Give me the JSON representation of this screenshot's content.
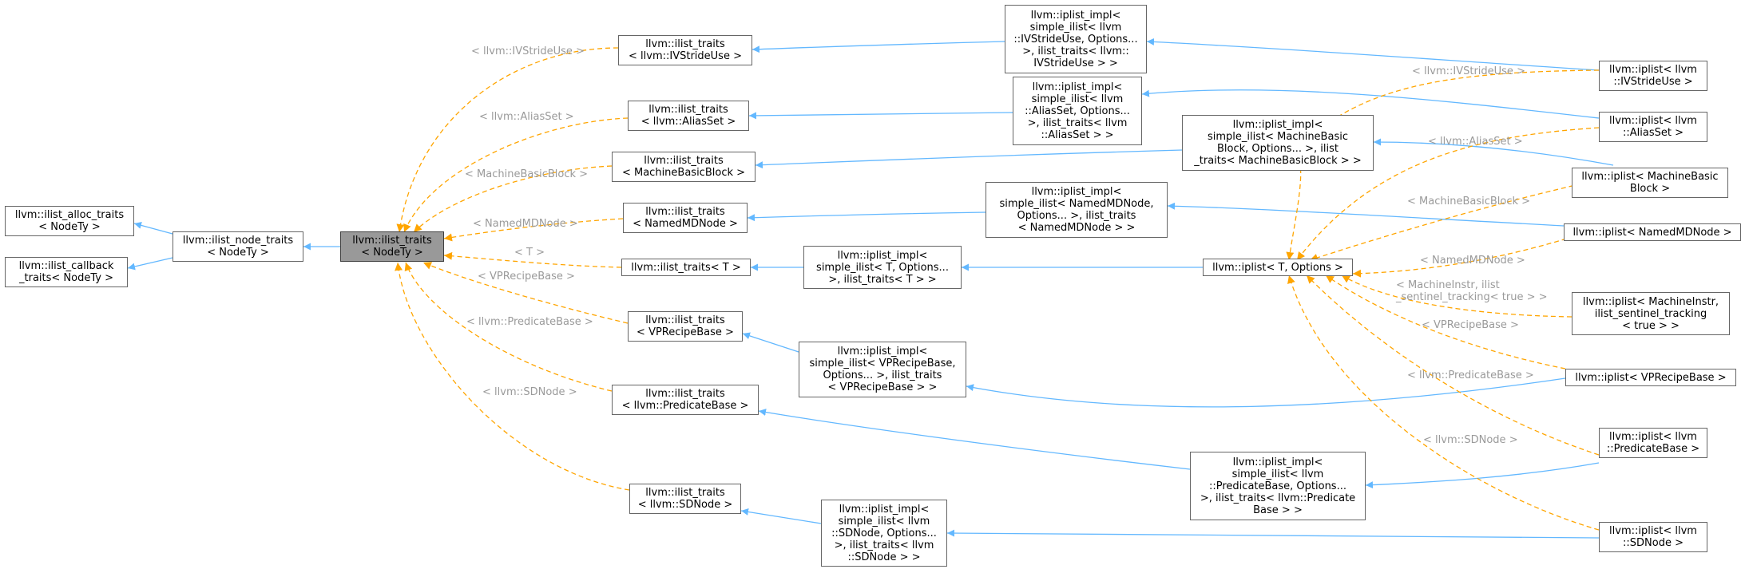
{
  "nodes": {
    "alloc": [
      "llvm::ilist_alloc_traits",
      "< NodeTy >"
    ],
    "callback": [
      "llvm::ilist_callback",
      "_traits< NodeTy >"
    ],
    "nodetraits": [
      "llvm::ilist_node_traits",
      "< NodeTy >"
    ],
    "ilisttraits": [
      "llvm::ilist_traits",
      "< NodeTy >"
    ],
    "t_ivstride": [
      "llvm::ilist_traits",
      "< llvm::IVStrideUse >"
    ],
    "t_aliasset": [
      "llvm::ilist_traits",
      "< llvm::AliasSet >"
    ],
    "t_mbb": [
      "llvm::ilist_traits",
      "< MachineBasicBlock >"
    ],
    "t_nmd": [
      "llvm::ilist_traits",
      "< NamedMDNode >"
    ],
    "t_T": [
      "llvm::ilist_traits< T >"
    ],
    "t_vprecipe": [
      "llvm::ilist_traits",
      "< VPRecipeBase >"
    ],
    "t_predicate": [
      "llvm::ilist_traits",
      "< llvm::PredicateBase >"
    ],
    "t_sdnode": [
      "llvm::ilist_traits",
      "< llvm::SDNode >"
    ],
    "i_ivstride": [
      "llvm::iplist_impl<",
      "simple_ilist< llvm",
      "::IVStrideUse, Options...",
      ">, ilist_traits< llvm::",
      "IVStrideUse > >"
    ],
    "i_aliasset": [
      "llvm::iplist_impl<",
      "simple_ilist< llvm",
      "::AliasSet, Options...",
      ">, ilist_traits< llvm",
      "::AliasSet > >"
    ],
    "i_mbb": [
      "llvm::iplist_impl<",
      "simple_ilist< MachineBasic",
      "Block, Options... >, ilist",
      "_traits< MachineBasicBlock > >"
    ],
    "i_nmd": [
      "llvm::iplist_impl<",
      "simple_ilist< NamedMDNode,",
      "Options... >, ilist_traits",
      "< NamedMDNode > >"
    ],
    "i_T": [
      "llvm::iplist_impl<",
      "simple_ilist< T, Options...",
      ">, ilist_traits< T > >"
    ],
    "i_vprecipe": [
      "llvm::iplist_impl<",
      "simple_ilist< VPRecipeBase,",
      "Options... >, ilist_traits",
      "< VPRecipeBase > >"
    ],
    "i_predicate": [
      "llvm::iplist_impl<",
      "simple_ilist< llvm",
      "::PredicateBase, Options...",
      ">, ilist_traits< llvm::Predicate",
      "Base > >"
    ],
    "i_sdnode": [
      "llvm::iplist_impl<",
      "simple_ilist< llvm",
      "::SDNode, Options...",
      ">, ilist_traits< llvm",
      "::SDNode > >"
    ],
    "iplist": [
      "llvm::iplist< T, Options >"
    ],
    "p_ivstride": [
      "llvm::iplist< llvm",
      "::IVStrideUse >"
    ],
    "p_aliasset": [
      "llvm::iplist< llvm",
      "::AliasSet >"
    ],
    "p_mbb": [
      "llvm::iplist< MachineBasic",
      "Block >"
    ],
    "p_nmd": [
      "llvm::iplist< NamedMDNode >"
    ],
    "p_minstr": [
      "llvm::iplist< MachineInstr,",
      "ilist_sentinel_tracking",
      "< true > >"
    ],
    "p_vprecipe": [
      "llvm::iplist< VPRecipeBase >"
    ],
    "p_predicate": [
      "llvm::iplist< llvm",
      "::PredicateBase >"
    ],
    "p_sdnode": [
      "llvm::iplist< llvm",
      "::SDNode >"
    ]
  },
  "edge_labels": {
    "ivstride_left": "< llvm::IVStrideUse >",
    "aliasset_left": "< llvm::AliasSet >",
    "mbb_left": "< MachineBasicBlock >",
    "nmd_left": "< NamedMDNode >",
    "t_left": "< T >",
    "vprecipe_left": "< VPRecipeBase >",
    "predicate_left": "< llvm::PredicateBase >",
    "sdnode_left": "< llvm::SDNode >",
    "ivstride_right": "< llvm::IVStrideUse >",
    "aliasset_right": "< llvm::AliasSet >",
    "mbb_right": "< MachineBasicBlock >",
    "nmd_right": "< NamedMDNode >",
    "minstr_right_1": "< MachineInstr, ilist",
    "minstr_right_2": "_sentinel_tracking< true > >",
    "vprecipe_right": "< VPRecipeBase >",
    "predicate_right": "< llvm::PredicateBase >",
    "sdnode_right": "< llvm::SDNode >"
  },
  "colors": {
    "inheritance_edge": "#63b8ff",
    "template_edge": "#ffa500",
    "edge_label": "#9a9a9a",
    "node_border": "#666666",
    "highlight_fill": "#999999"
  }
}
